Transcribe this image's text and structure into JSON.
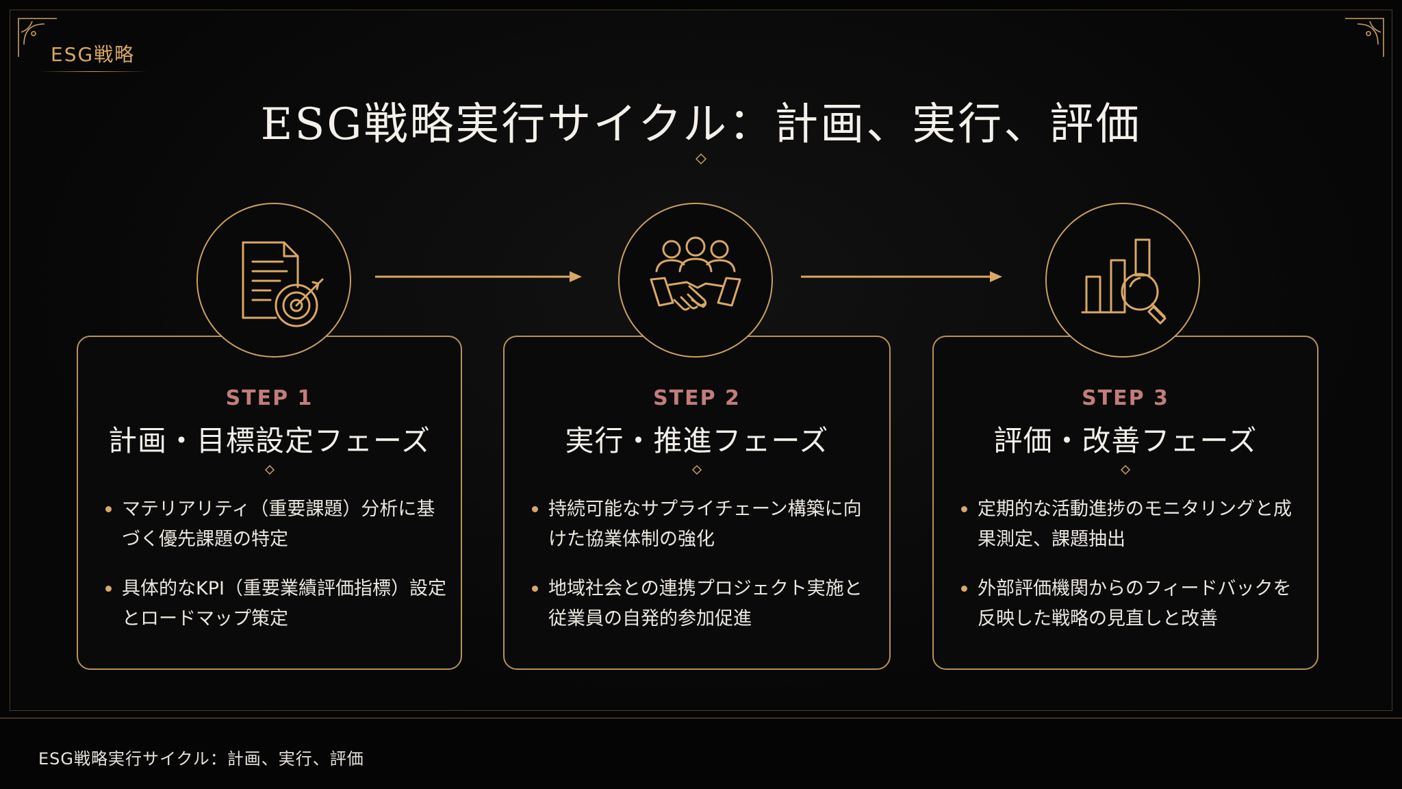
{
  "header": {
    "tag": "ESG戦略",
    "title": "ESG戦略実行サイクル：計画、実行、評価"
  },
  "steps": [
    {
      "label": "STEP 1",
      "title": "計画・目標設定フェーズ",
      "icon": "document-target-icon",
      "bullets": [
        "マテリアリティ（重要課題）分析に基づく優先課題の特定",
        "具体的なKPI（重要業績評価指標）設定とロードマップ策定"
      ]
    },
    {
      "label": "STEP 2",
      "title": "実行・推進フェーズ",
      "icon": "team-handshake-icon",
      "bullets": [
        "持続可能なサプライチェーン構築に向けた協業体制の強化",
        "地域社会との連携プロジェクト実施と従業員の自発的参加促進"
      ]
    },
    {
      "label": "STEP 3",
      "title": "評価・改善フェーズ",
      "icon": "chart-magnifier-icon",
      "bullets": [
        "定期的な活動進捗のモニタリングと成果測定、課題抽出",
        "外部評価機関からのフィードバックを反映した戦略の見直しと改善"
      ]
    }
  ],
  "footer": {
    "text": "ESG戦略実行サイクル：計画、実行、評価"
  },
  "colors": {
    "background": "#050505",
    "gold": "#c9a060",
    "step_label": "#c27d7a",
    "text": "#f1ede6"
  }
}
